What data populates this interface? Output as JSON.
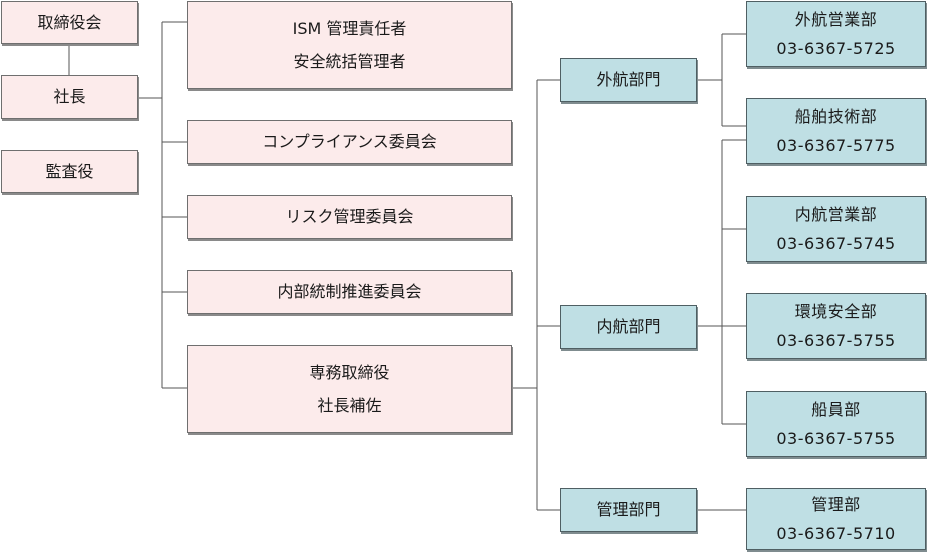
{
  "top": {
    "board": "取締役会",
    "president": "社長",
    "auditor": "監査役"
  },
  "committees": [
    {
      "line1": "ISM 管理責任者",
      "line2": "安全統括管理者"
    },
    {
      "line1": "コンプライアンス委員会"
    },
    {
      "line1": "リスク管理委員会"
    },
    {
      "line1": "内部統制推進委員会"
    },
    {
      "line1": "専務取締役",
      "line2": "社長補佐"
    }
  ],
  "divisions": [
    {
      "name": "外航部門"
    },
    {
      "name": "内航部門"
    },
    {
      "name": "管理部門"
    }
  ],
  "departments": [
    {
      "name": "外航営業部",
      "phone": "03-6367-5725"
    },
    {
      "name": "船舶技術部",
      "phone": "03-6367-5775"
    },
    {
      "name": "内航営業部",
      "phone": "03-6367-5745"
    },
    {
      "name": "環境安全部",
      "phone": "03-6367-5755"
    },
    {
      "name": "船員部",
      "phone": "03-6367-5755"
    },
    {
      "name": "管理部",
      "phone": "03-6367-5710"
    }
  ],
  "colors": {
    "executive_fill": "#fcebeb",
    "department_fill": "#bfdfe4",
    "connector": "#555555"
  }
}
